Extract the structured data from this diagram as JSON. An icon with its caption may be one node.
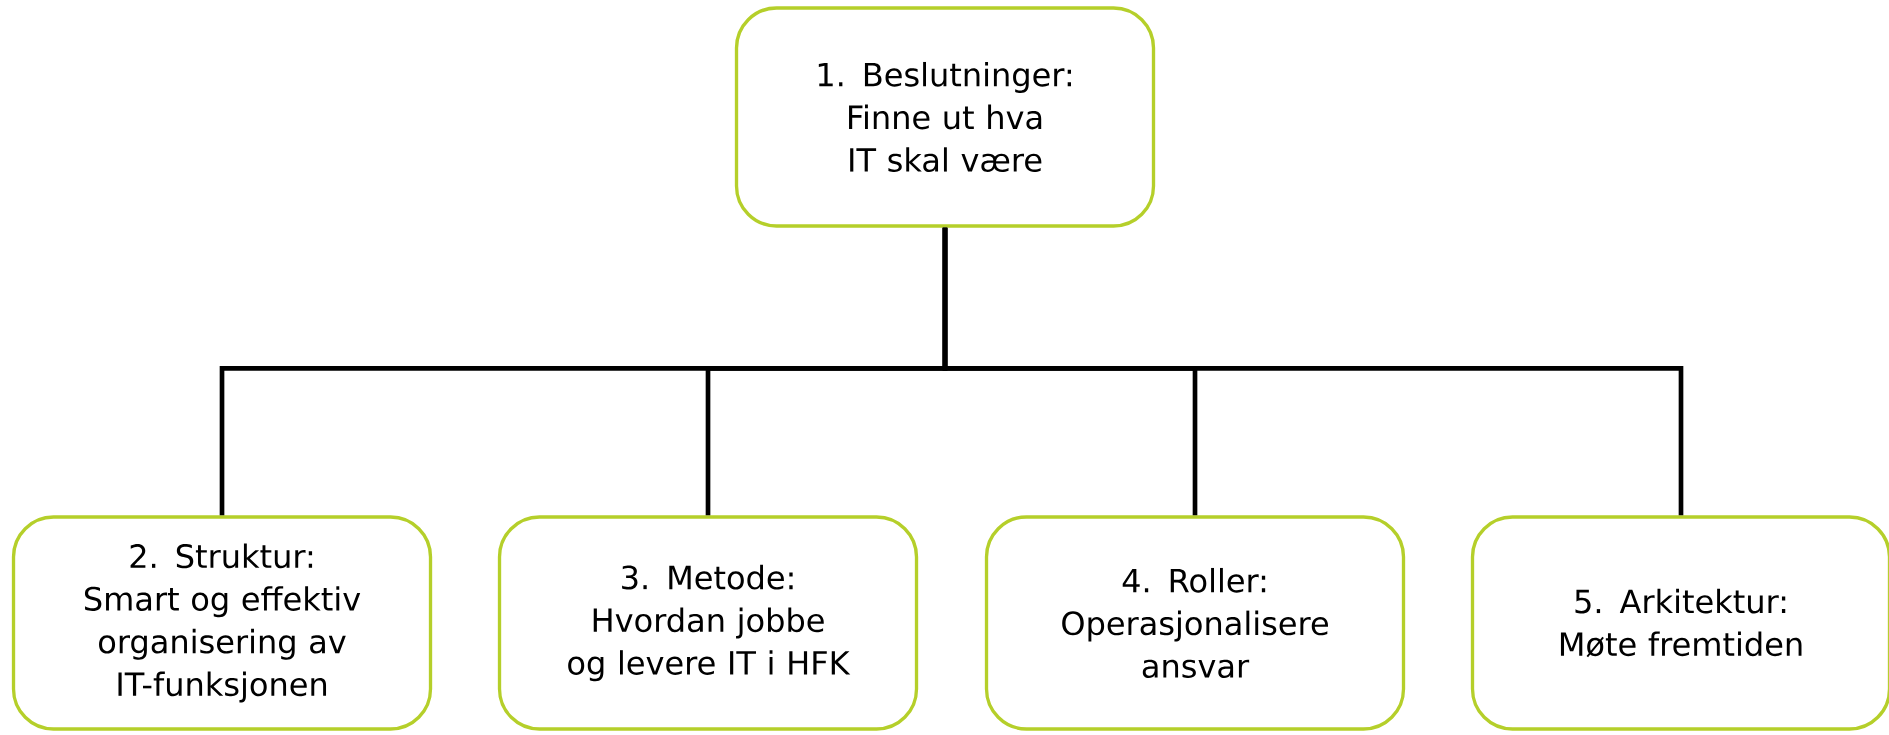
{
  "diagram": {
    "nodes": [
      {
        "text": [
          "1. Beslutninger:",
          "Finne ut hva IT skal være"
        ]
      },
      {
        "text": [
          "2. Struktur:",
          "Smart og effektiv organisering av IT-funksjonen"
        ]
      },
      {
        "text": [
          "3. Metode:",
          "Hvordan jobbe og levere IT i HFK"
        ]
      },
      {
        "text": [
          "4. Roller:",
          "Operasjonalisere ansvar"
        ]
      },
      {
        "text": [
          "5. Arkitektur:",
          "Møte fremtiden"
        ]
      }
    ],
    "edges": [
      {
        "from": 0,
        "to": 1,
        "arrow": "none"
      },
      {
        "from": 0,
        "to": 2,
        "arrow": "none"
      },
      {
        "from": 0,
        "to": 3,
        "arrow": "none"
      },
      {
        "from": 0,
        "to": 4,
        "arrow": "none"
      }
    ]
  }
}
